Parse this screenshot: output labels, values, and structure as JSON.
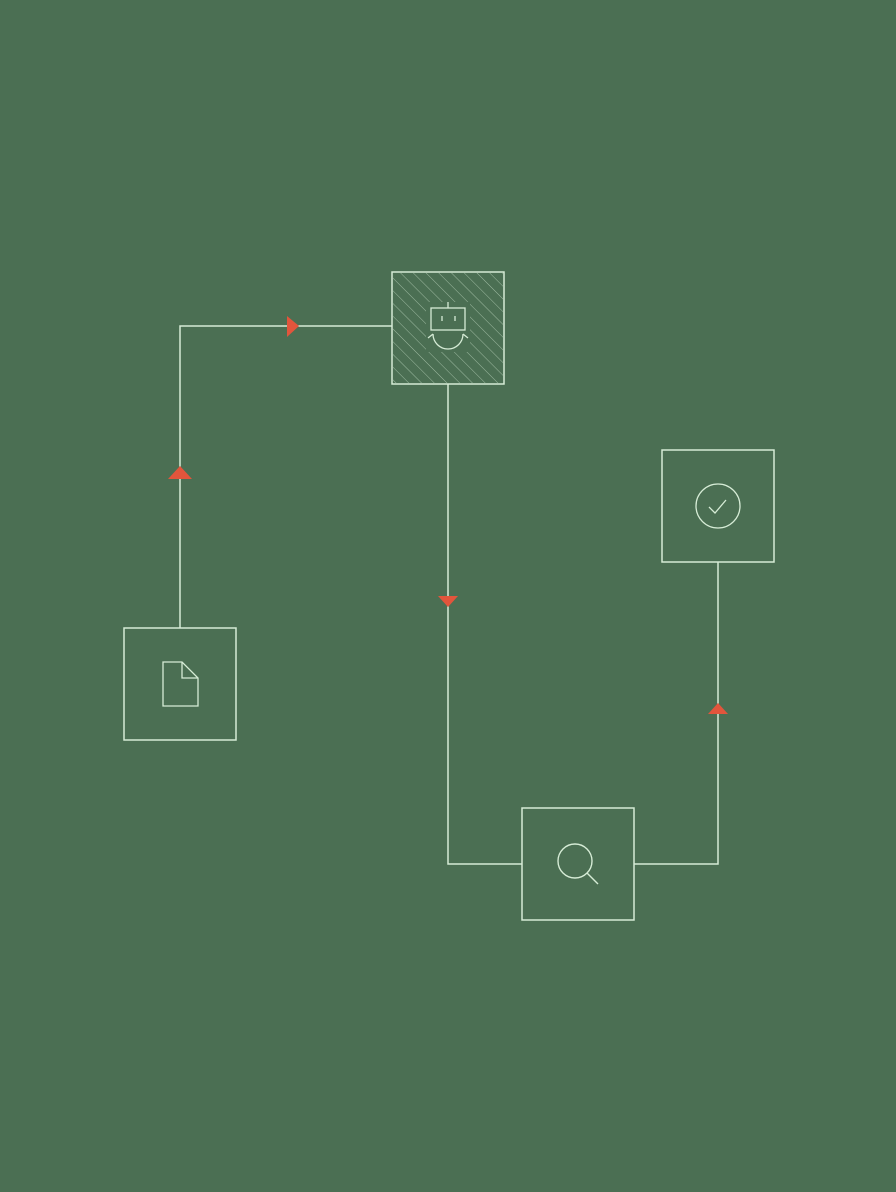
{
  "colors": {
    "background": "#4b6f53",
    "line": "#d6ecd6",
    "grid": "#6f9478",
    "accent": "#e2553c"
  },
  "nodes": [
    {
      "id": "document",
      "icon": "document-icon"
    },
    {
      "id": "robot",
      "icon": "robot-icon",
      "hatched": true
    },
    {
      "id": "search",
      "icon": "search-icon"
    },
    {
      "id": "check",
      "icon": "check-circle-icon"
    }
  ],
  "flow": [
    {
      "from": "document",
      "to": "robot"
    },
    {
      "from": "robot",
      "to": "search"
    },
    {
      "from": "search",
      "to": "check"
    }
  ]
}
